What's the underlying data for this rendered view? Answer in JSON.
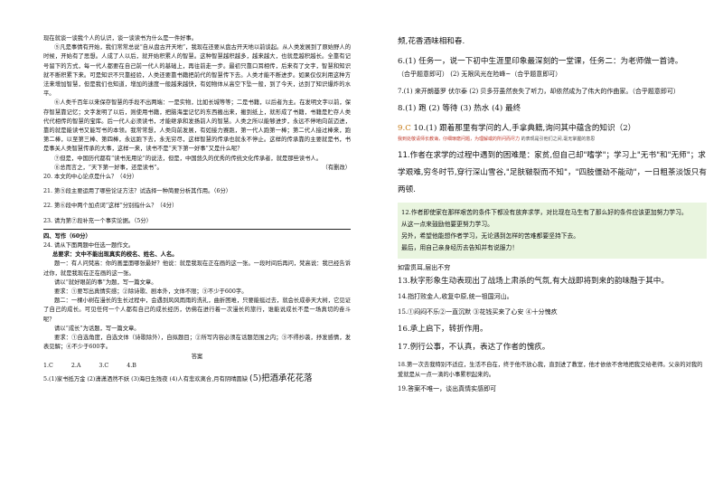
{
  "left": {
    "paras": [
      "现在就谈一谈我个人的认识，谈一谈读书为什么是一件好事。",
      "⑤凡是事情有开始，我们常常总说“自从盘古开天地”，我现在还要从盘古开天地以前谈起。从人类发展到了原始野人的时候，开始有了思想。人成了人以后，就开始积累人的智慧。这种智慧越积越多，越来越大，也就是越积越长。全靠有记号留下的方式，每一代人都要在自己前一代人的基础上，再往前走一步。最初只靠口耳相传，后来有了文字，智慧和知识就不断积累下来。可是知识不只靠经验，人类还要靠书籍把前代的智慧传下去。人类才能不断进步。如果仅仅利用这种方法来增加智慧，但是我们也知道，增加的速度一般越来越快，有如物体从高空下坠一般，到了今天，达到了知识爆炸的水平。",
      "⑥人类千百年以来保存智慧的手段不出两端：一是实物，比如长城等等；二是书籍，以后者为主。在发明文字以前，保存智慧靠记忆；文字发明了以后，则使用书籍，把脑海里记忆的东西搬出来，搬到纸上，就形成了书籍，书籍是贮存人类代代相传的智慧的宝库。后一代人必须读书，才能继承和发扬前人的智慧。人类之所以能够进步，永远不停地向前迈进，靠的就是能读书又能写书的本领。我常常想，人类向前发展，有如接力赛跑，第一代人跑第一棒；第二代人接过棒来，跑第二棒，以至第三棒、第四棒，永远跑下去，永无穷尽，这样智慧的传承也就永不停止。这样的传承靠的主要就是书，书是事关人类智慧传承的大事，这样一来，读书不是“天下第一好事”又是什么呢？",
      "⑦但是，中国历代都有“读书无用论”的说法，但是，中国悠久的优秀的传统文化传承者，就是那些读书人。",
      "⑧总而言之，“天下第一好事，还是读书”。"
    ],
    "source": "（有删改）",
    "questions": [
      "20. 本文的中心论点是什么？（4分）",
      "21. 第⑤段主要运用了哪些论证方法？试选择一种简要分析其作用。（6分）",
      "22. 第⑥段中两个加点词“这样”分别指什么？（4分）",
      "23. 请为第⑦段补充一个事实论据。（5分）"
    ],
    "section": "四、写作（60分）",
    "q24": "24. 请从下面两题中任选一题作文。",
    "notice": "总要求：文中不能出现真实的校名、姓名、人名。",
    "topic1_lines": [
      "题一：有人问梵高：你的画里面哪张最好？他说：就是我现在正在画的这一张。一段时间后再问，梵高说：我已经告诉过你，就是我现在正在画的这一张。",
      "请以“就好眼前的事”为题，写一篇文章。",
      "要求：①要写出真情实感；②除诗歌、剧本外，文体不限；③不少于600字。",
      "题二：一棵小树在漫长的生长过程中，会遇到风风雨雨的洗礼，曲折困难，只要能挺过去，就会长成参天大树，它见证了自己的成长。可见任何一个人都有自己的成长经历，仿佛在进行着一次漫长的旅行，谁能说成长不是一场真切的奋斗呢？",
      "请以“成长”为话题，写一篇文章。",
      "要求：①自选角度，自选文体（诗歌除外），自拟题目；②所写内容必须在话题范围之内；③不得抄袭，抒发感情，发表见解；④不少于600字。"
    ],
    "answer_title": "答案",
    "answers_1_4": [
      "1.C",
      "2.A",
      "3.C",
      "4.B"
    ],
    "q5_small": "5.(1)家书抵万金  (2)潇潇洒然不妖  (3)海日生残夜  (4)人有悲欢离合,月有阴晴圆缺",
    "q5_tail": "(5)把酒承花花落"
  },
  "right": {
    "r1": "频,花香酒味相和春.",
    "r2": "6.(1) 任务一，说一下初中生涯里印象最深刻的一堂课，任务二：为老师做一首诗。",
    "r2b": "（合乎题意即可）  (2) 无限风光在险峰~（合乎题意即可）",
    "r3": "7.(1) 来开朗基罗 伏尔泰 (2) 贝多芬虽然丧失了听力，却依然成为了伟大的作曲家。（合乎题意即可）",
    "r4": "8.(1) 跑  (2) 等待  (3) 热水  (4) 最终",
    "r5_a": "9.C",
    "r5_b": "10.(1) 跟着那里有学问的人,手拿典籍,询问其中蕴含的知识（2）",
    "r5_note": "我到处敬请师长教诲，仔细琢磨问题，为理解或的所问而尽力",
    "r5_c": "的表现是引他们之间,毫无掌握的意思",
    "r6": "11.作者在求学的过程中遇到的困难是：家贫,但自己却\"嗜学\"；学习上\"无书\"和\"无师\"；求学艰难,穷冬时节,穿行深山雪谷,\"足肤皲裂而不知\"，\"四肢僵劲不能动\"，一日粗茶淡饭只有两顿.",
    "r7": "12.作者即使家在那样艰苦的条件下都没有放弃求学，对比现在马生有了那么好的条件应该更加努力学习。",
    "r7b": "从这一点来鼓励他要更努力学习。",
    "r7c": "另外，希望他能想作者学习，无论遇到怎样的苦难都要坚持下去。",
    "r7d": "最后，用自己亲身经历去告知并有说服力！",
    "r8": "如雷贯耳,层出不穷",
    "r9": "13.秋字形象生动表现出了战场上肃杀的气氛,有大战即将到来的韵味融于其中。",
    "r10": "14.指打败金人,收复中原,统一祖国河山。",
    "r11": "15.①闷闷不乐②一直沉默 ③花钱买来了心安 ④十分愧疚",
    "r12": "16.承上启下，转折作用。",
    "r13": "17.例行公事，不认真，表达了作者的愧疚。",
    "r14": "18.第一次去我特别不适应，生活不自在，终于他不放心我，直到进了教室，他才依依不舍地把我交给老师。父亲的对我的爱就是从一点一滴的小事累积起来的。",
    "r15": "19.答案不唯一，谈出真情实感即可"
  }
}
